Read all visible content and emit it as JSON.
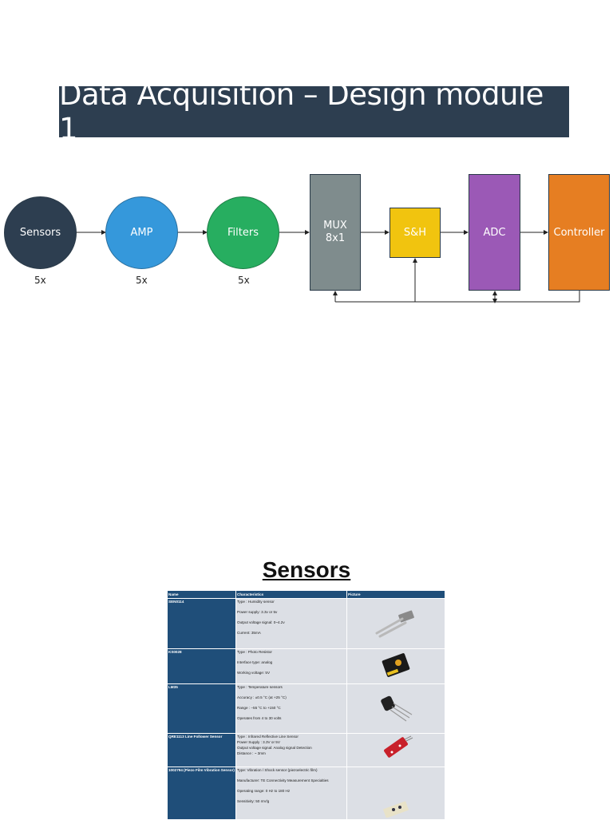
{
  "title": "Data Acquisition – Design module 1",
  "diagram": {
    "nodes": {
      "sensors": "Sensors",
      "amp": "AMP",
      "filters": "Filters",
      "mux_line1": "MUX",
      "mux_line2": "8x1",
      "sh": "S&H",
      "adc": "ADC",
      "controller": "Controller"
    },
    "multipliers": {
      "sensors": "5x",
      "amp": "5x",
      "filters": "5x"
    },
    "colors": {
      "sensors": "#2d3e50",
      "amp": "#3598db",
      "filters": "#27ae60",
      "mux": "#7f8c8d",
      "sh": "#f1c40f",
      "adc": "#9b59b6",
      "controller": "#e67e22"
    }
  },
  "sensors_section": {
    "title": "Sensors",
    "headers": {
      "name": "Name",
      "characteristics": "Characteristics",
      "picture": "Picture"
    },
    "rows": [
      {
        "name": "SEN0114",
        "characteristics": [
          "Type : Humidity sensor",
          "Power supply: 3.3v or 5v",
          "Output voltage signal: 0~4.2v",
          "Current: 35mA"
        ],
        "picture": "moisture-probe"
      },
      {
        "name": "KS0028",
        "characteristics": [
          "Type : Photo Resistor",
          "Interface type: analog",
          "Working voltage: 5V"
        ],
        "picture": "photoresistor-module"
      },
      {
        "name": "LM35",
        "characteristics": [
          "Type : Temperature sensors",
          "Accuracy : ±0.5 °C  (at +25 °C)",
          "Range : −55 °C to +150 °C",
          "Operates from 4 to 30 volts"
        ],
        "picture": "to92-transistor"
      },
      {
        "name": "QRE1113 Line Follower Sensor",
        "characteristics": [
          "Type : Infrared Reflective Line Sensor",
          "Power Supply : 3.3V or 5V",
          "Output voltage signal: Analog signal Detection",
          "Distance : ~ 3mm"
        ],
        "picture": "line-follower-board"
      },
      {
        "name": "1002794 (Piezo Film Vibration Sensor)",
        "characteristics": [
          "Type: Vibration / Shock sensor (piezoelectric film)",
          "Manufacturer: TE Connectivity Measurement Specialties",
          "Operating range: 0 Hz to 180 Hz",
          "Sensitivity: 50 mV/g"
        ],
        "picture": "piezo-film"
      }
    ]
  }
}
